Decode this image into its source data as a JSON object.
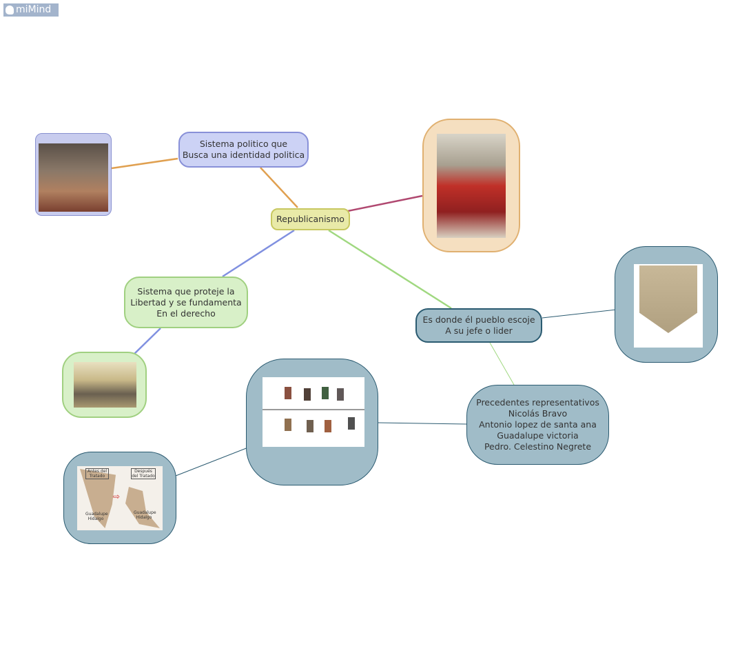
{
  "app": {
    "logo": "miMind"
  },
  "colors": {
    "orange": "#e0a050",
    "magenta": "#b04870",
    "blue": "#8090e0",
    "green": "#a0d880",
    "teal": "#2a5a70"
  },
  "nodes": {
    "center": "Republicanismo",
    "politico": "Sistema politico que\nBusca una identidad politica",
    "protege": "Sistema que proteje la\nLibertad y se fundamenta\nEn el derecho",
    "pueblo": "Es donde él pueblo escoje\nA su jefe o lider",
    "precedentes": "Precedentes representativos\nNicolás Bravo\nAntonio lopez de santa ana\nGuadalupe victoria\nPedro. Celestino Negrete"
  },
  "map_image": {
    "before": "Antes del Tratado",
    "after": "Después del Tratado",
    "place": "Guadalupe Hidalgo"
  }
}
